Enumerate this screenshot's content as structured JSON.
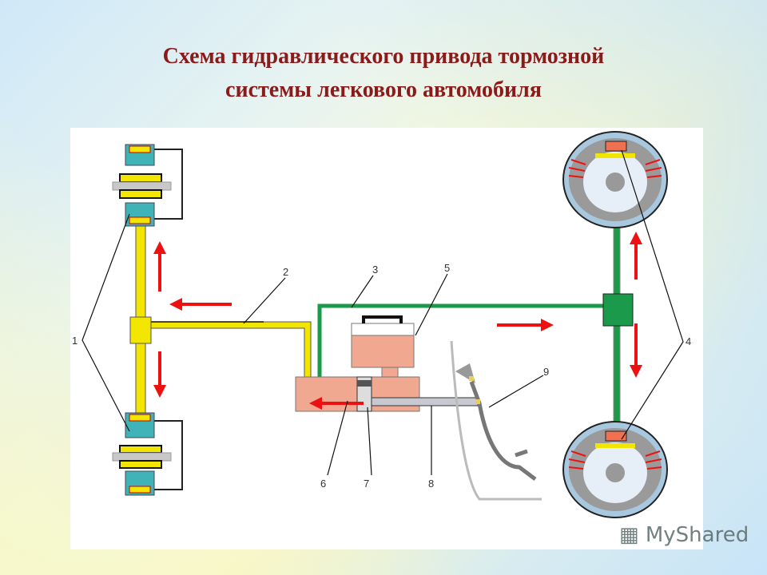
{
  "title": {
    "line1": "Схема гидравлического привода  тормозной",
    "line2": "системы легкового  автомобиля"
  },
  "diagram": {
    "labels": [
      "1",
      "2",
      "3",
      "4",
      "5",
      "6",
      "7",
      "8",
      "9"
    ]
  },
  "watermark": "MyShared",
  "colors": {
    "title": "#8b1a1a",
    "front_circuit": "#f2e600",
    "rear_circuit": "#1a9a4a",
    "arrows": "#ee1111",
    "cylinder": "#f0a890"
  }
}
